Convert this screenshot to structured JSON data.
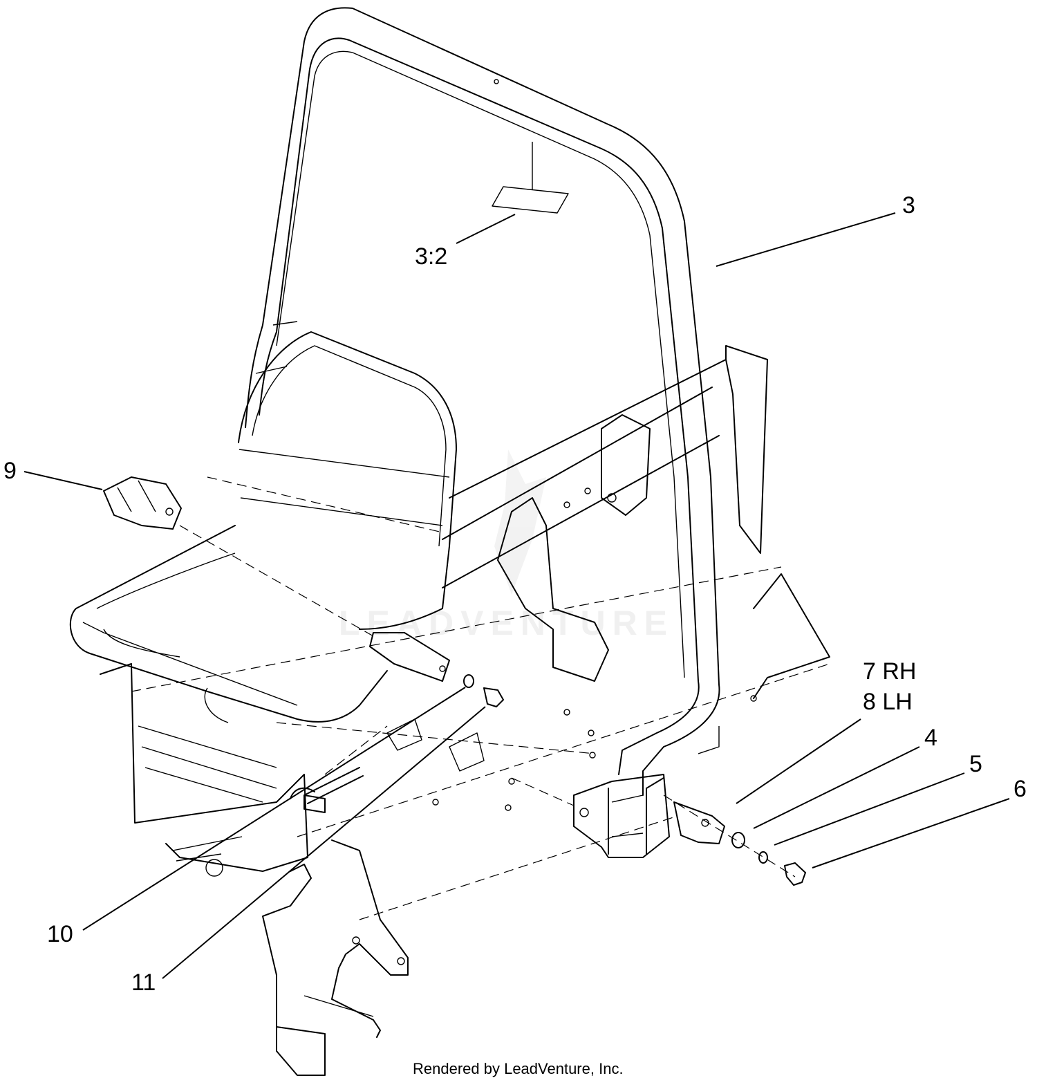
{
  "diagram": {
    "callouts": {
      "c3": "3",
      "c3_2": "3:2",
      "c9": "9",
      "c7": "7 RH",
      "c8": "8 LH",
      "c4": "4",
      "c5": "5",
      "c6": "6",
      "c10": "10",
      "c11": "11"
    },
    "watermark": "LEADVENTURE",
    "credit": "Rendered by LeadVenture, Inc.",
    "colors": {
      "line": "#000000",
      "background": "#ffffff",
      "watermark": "#e4e4e4"
    }
  }
}
